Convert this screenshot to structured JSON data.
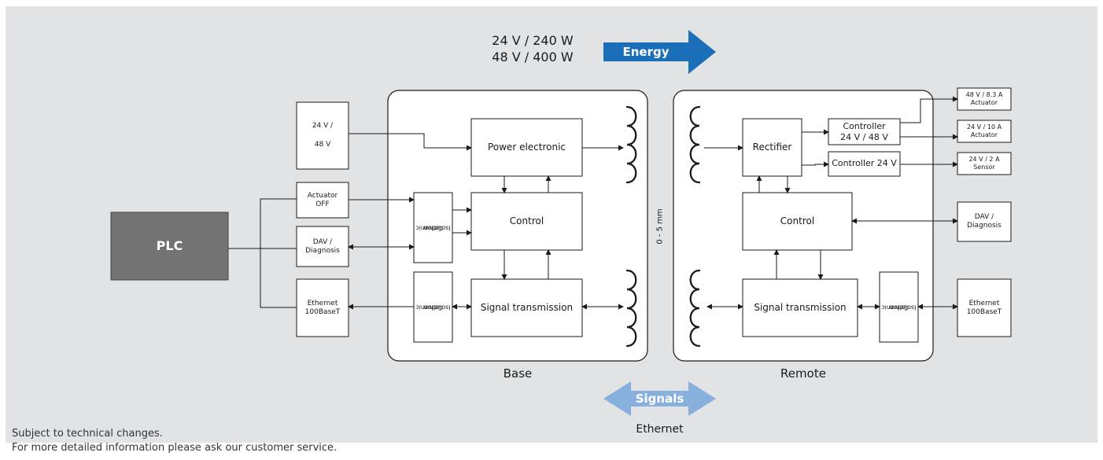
{
  "header": {
    "power_line_1": "24 V / 240 W",
    "power_line_2": "48 V / 400 W",
    "energy_label": "Energy",
    "signals_label": "Signals",
    "ethernet_label": "Ethernet"
  },
  "plc": {
    "label": "PLC"
  },
  "left_io": {
    "supply_line_1": "24 V /",
    "supply_line_2": "48 V",
    "actuator_off_1": "Actuator",
    "actuator_off_2": "OFF",
    "dav_1": "DAV /",
    "dav_2": "Diagnosis",
    "eth_1": "Ethernet",
    "eth_2": "100BaseT"
  },
  "base": {
    "title": "Base",
    "galvanic_1a": "Galvanic",
    "galvanic_1b": "Isolation",
    "galvanic_2a": "Galvanic",
    "galvanic_2b": "Isolation",
    "power_electronic": "Power electronic",
    "control": "Control",
    "signal_transmission": "Signal transmission"
  },
  "gap_label": "0 - 5 mm",
  "remote": {
    "title": "Remote",
    "rectifier": "Rectifier",
    "controller_1a": "Controller",
    "controller_1b": "24 V / 48 V",
    "controller_2": "Controller 24 V",
    "control": "Control",
    "signal_transmission": "Signal transmission",
    "galvanic_a": "Galvanic",
    "galvanic_b": "Isolation"
  },
  "right_io": {
    "out1_1": "48 V / 8.3 A",
    "out1_2": "Actuator",
    "out2_1": "24 V / 10 A",
    "out2_2": "Actuator",
    "out3_1": "24 V / 2 A",
    "out3_2": "Sensor",
    "dav_1": "DAV /",
    "dav_2": "Diagnosis",
    "eth_1": "Ethernet",
    "eth_2": "100BaseT"
  },
  "footer": {
    "line_1": "Subject to technical changes.",
    "line_2": "For more detailed information please ask our customer service."
  },
  "colors": {
    "background": "#e2e3e4",
    "energy_arrow": "#1a6fb8",
    "signals_arrow": "#87b0dd",
    "plc_fill": "#727272"
  }
}
